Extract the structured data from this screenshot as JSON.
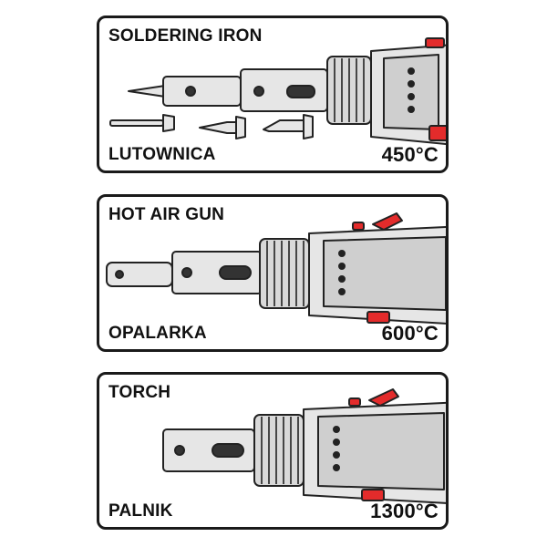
{
  "panels": [
    {
      "title": "SOLDERING IRON",
      "subtitle": "LUTOWNICA",
      "temperature": "450°C"
    },
    {
      "title": "HOT AIR GUN",
      "subtitle": "OPALARKA",
      "temperature": "600°C"
    },
    {
      "title": "TORCH",
      "subtitle": "PALNIK",
      "temperature": "1300°C"
    }
  ],
  "colors": {
    "border": "#1a1a1a",
    "tool_body": "#e6e6e6",
    "accent": "#e32b2b",
    "outline": "#222222"
  }
}
